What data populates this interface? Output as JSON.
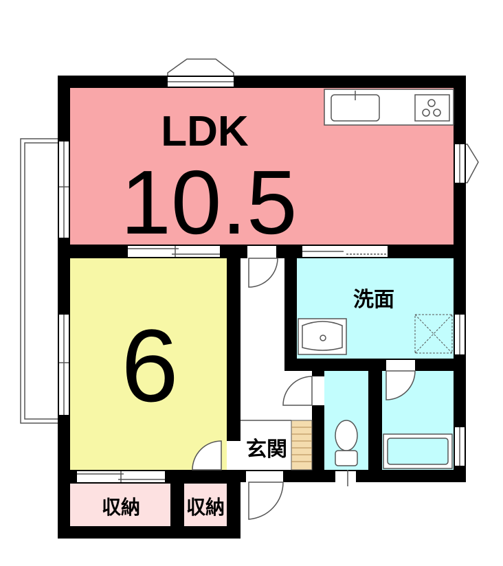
{
  "rooms": {
    "ldk": {
      "label": "LDK",
      "size": "10.5",
      "color": "#f9a7a9"
    },
    "western": {
      "size": "6",
      "color": "#f7f7a6"
    },
    "washroom": {
      "label": "洗面",
      "color": "#c2fdfd"
    },
    "entrance": {
      "label": "玄関",
      "color": "#ffffff"
    },
    "closet_left": {
      "label": "収納",
      "color": "#fde1e1"
    },
    "closet_right": {
      "label": "収納",
      "color": "#fde1e1"
    },
    "toilet": {
      "color": "#c2fdfd"
    },
    "bath": {
      "color": "#c2fdfd"
    }
  },
  "colors": {
    "wall": "#000000",
    "fixture": "#555555"
  },
  "icons": [
    "sink-icon",
    "stove-icon",
    "wash-basin-icon",
    "washing-machine-pan-icon",
    "toilet-icon",
    "bathtub-icon",
    "door-swing-icon",
    "shoe-cabinet-icon"
  ]
}
